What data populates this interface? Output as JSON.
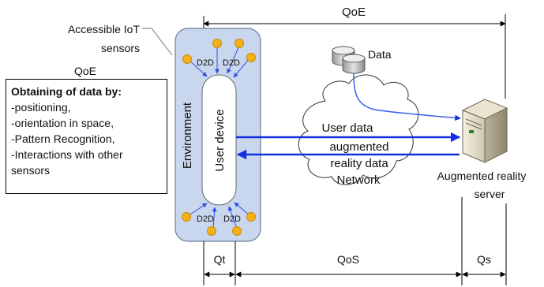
{
  "labels": {
    "qoe_top": "QoE",
    "qoe_left": "QoE",
    "accessible_iot_line1": "Accessible IoT",
    "accessible_iot_line2": "sensors",
    "environment": "Environment",
    "user_device": "User device",
    "d2d": "D2D",
    "data": "Data",
    "cloud_line1": "User data",
    "cloud_line2": "augmented",
    "cloud_line3": "reality data",
    "cloud_line4": "Network",
    "server_line1": "Augmented reality",
    "server_line2": "server",
    "qt": "Qt",
    "qos": "QoS",
    "qs": "Qs"
  },
  "info_box": {
    "title": "Obtaining of data by:",
    "items": [
      "-positioning,",
      "-orientation in space,",
      "-Pattern Recognition,",
      "-Interactions with other",
      "sensors"
    ]
  },
  "colors": {
    "environment_fill": "#c9d7ee",
    "environment_stroke": "#6f7f99",
    "sensor_fill": "#f3b21b",
    "sensor_stroke": "#c98a00",
    "arrow_blue": "#1530e0",
    "connector_light_blue": "#4f6fe6"
  }
}
